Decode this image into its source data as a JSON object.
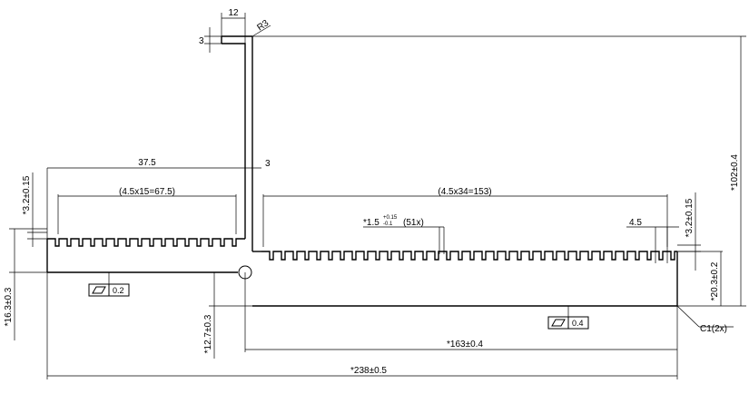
{
  "dimensions": {
    "d12": "12",
    "r3": "R3",
    "d3_top": "3",
    "d37_5": "37.5",
    "d3_mid": "3",
    "pitch_left": "(4.5x15=67.5)",
    "pitch_right": "(4.5x34=153)",
    "d3_2_left": "*3.2±0.15",
    "d3_2_right": "*3.2±0.15",
    "d1_5": "*1.5",
    "d1_5_tol_upper": "+0.15",
    "d1_5_tol_lower": "-0.1",
    "d1_5_count": "(51x)",
    "d4_5": "4.5",
    "d102": "*102±0.4",
    "d20_3": "*20.3±0.2",
    "d16_3": "*16.3±0.3",
    "d12_7": "*12.7±0.3",
    "d163": "*163±0.4",
    "d238": "*238±0.5",
    "chamfer": "C1(2x)"
  },
  "flatness": [
    {
      "symbol": "flatness-symbol",
      "value": "0.2"
    },
    {
      "symbol": "flatness-symbol",
      "value": "0.4"
    }
  ]
}
